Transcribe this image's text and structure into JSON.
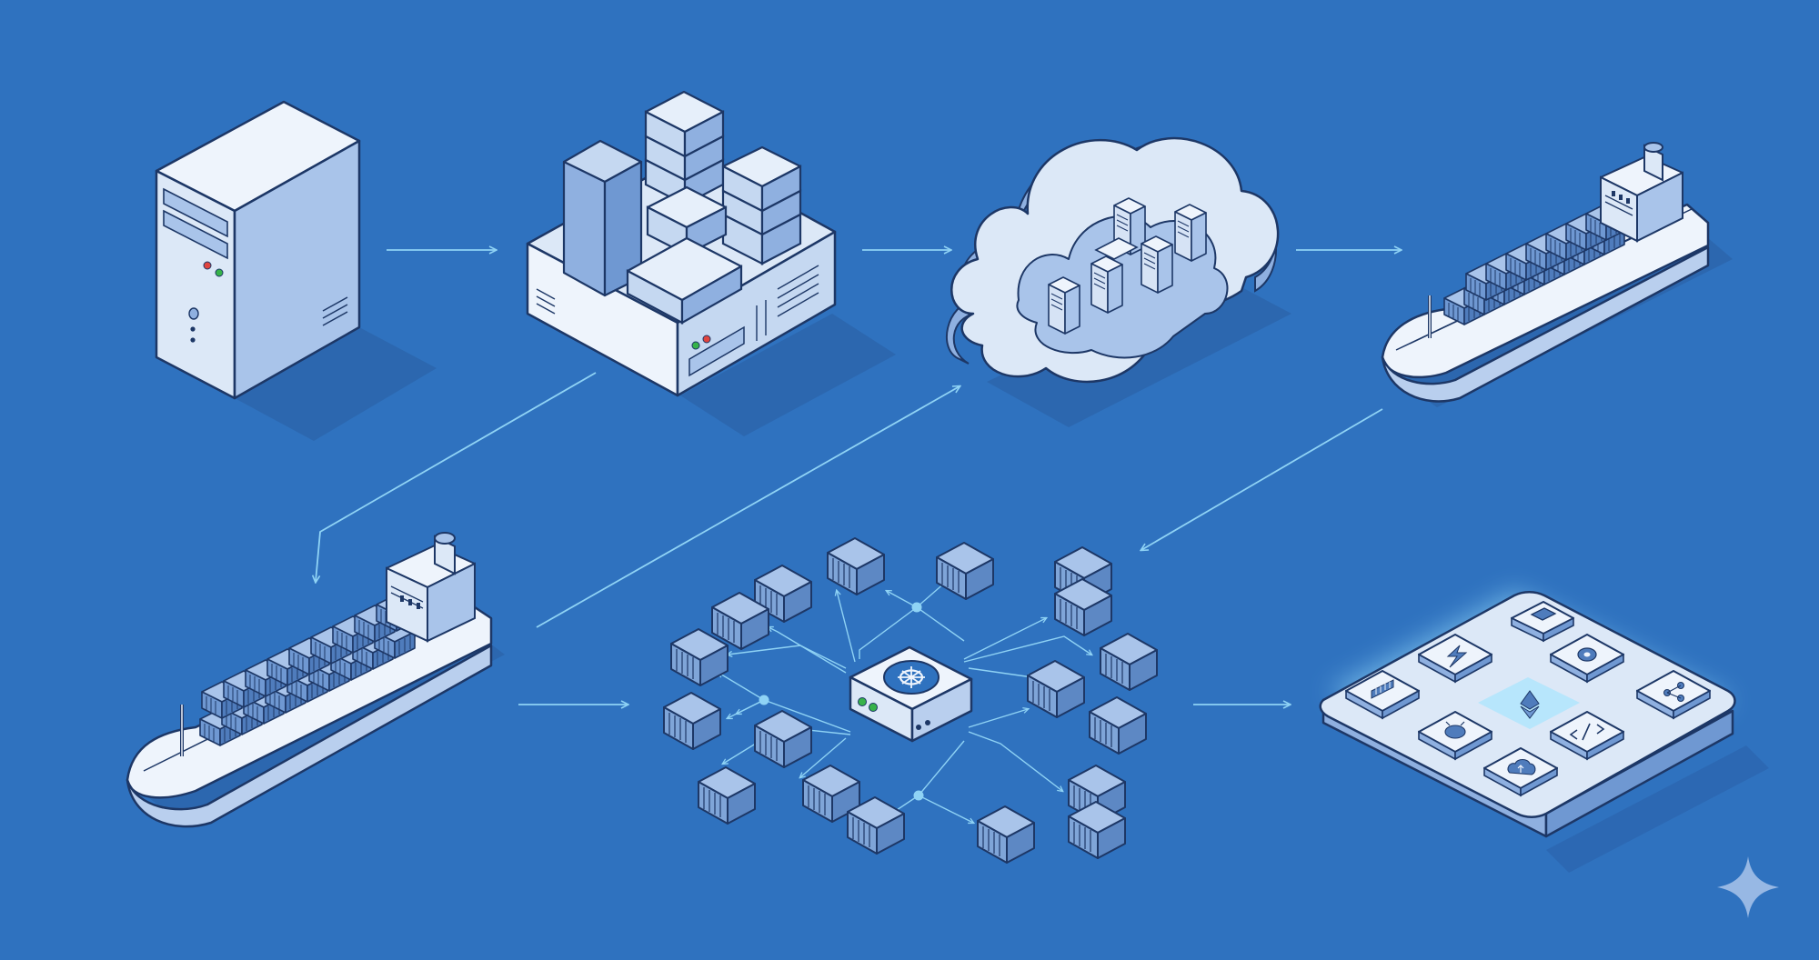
{
  "colors": {
    "background": "#2f72bf",
    "outline": "#1d3766",
    "face_light": "#e6effa",
    "face_mid": "#b9cfee",
    "face_dark": "#8fb0e0",
    "container_top": "#a9c4ea",
    "container_side": "#6f98d2",
    "arrow": "#8fd3f5",
    "glow": "#9fe4ff",
    "led_red": "#e0443e",
    "led_green": "#37b34a"
  },
  "stages": [
    {
      "id": "server",
      "icon": "tower-server-icon"
    },
    {
      "id": "virtualization",
      "icon": "server-racks-icon"
    },
    {
      "id": "cloud",
      "icon": "cloud-datacenter-icon"
    },
    {
      "id": "container-ship-top",
      "icon": "container-ship-icon"
    },
    {
      "id": "container-ship-bottom",
      "icon": "container-ship-icon"
    },
    {
      "id": "orchestration",
      "icon": "kubernetes-cluster-icon"
    },
    {
      "id": "serverless-platform",
      "icon": "service-grid-icon"
    }
  ],
  "platform_icons": [
    "document-icon",
    "lightning-icon",
    "gear-icon",
    "database-icon",
    "ethereum-icon",
    "share-icon",
    "bug-icon",
    "code-icon",
    "cloud-upload-icon"
  ]
}
